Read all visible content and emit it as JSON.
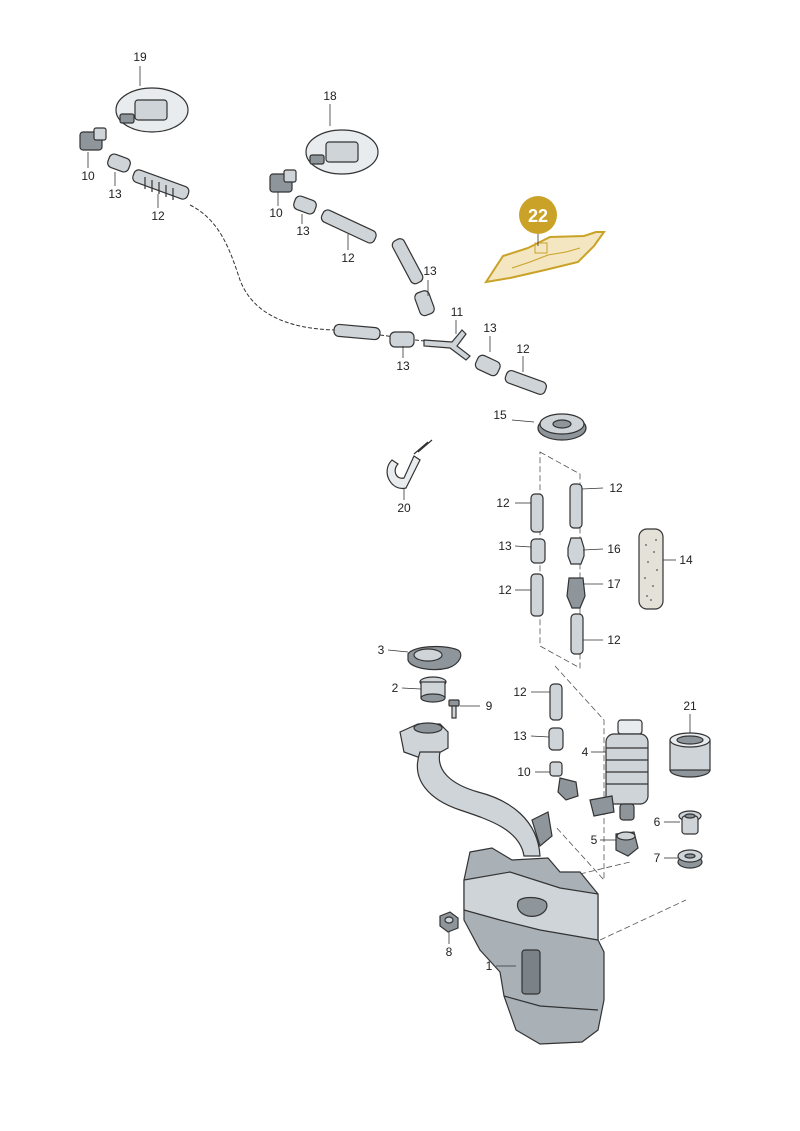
{
  "callouts": [
    {
      "id": "19",
      "text": "19"
    },
    {
      "id": "18",
      "text": "18"
    },
    {
      "id": "10a",
      "text": "10"
    },
    {
      "id": "13a",
      "text": "13"
    },
    {
      "id": "12a",
      "text": "12"
    },
    {
      "id": "10b",
      "text": "10"
    },
    {
      "id": "13b",
      "text": "13"
    },
    {
      "id": "12b",
      "text": "12"
    },
    {
      "id": "13c",
      "text": "13"
    },
    {
      "id": "11",
      "text": "11"
    },
    {
      "id": "13d",
      "text": "13"
    },
    {
      "id": "13e",
      "text": "13"
    },
    {
      "id": "12c",
      "text": "12"
    },
    {
      "id": "15",
      "text": "15"
    },
    {
      "id": "20",
      "text": "20"
    },
    {
      "id": "12d",
      "text": "12"
    },
    {
      "id": "12e",
      "text": "12"
    },
    {
      "id": "13f",
      "text": "13"
    },
    {
      "id": "16",
      "text": "16"
    },
    {
      "id": "14",
      "text": "14"
    },
    {
      "id": "12f",
      "text": "12"
    },
    {
      "id": "17",
      "text": "17"
    },
    {
      "id": "12g",
      "text": "12"
    },
    {
      "id": "3",
      "text": "3"
    },
    {
      "id": "2",
      "text": "2"
    },
    {
      "id": "9",
      "text": "9"
    },
    {
      "id": "12h",
      "text": "12"
    },
    {
      "id": "13g",
      "text": "13"
    },
    {
      "id": "10c",
      "text": "10"
    },
    {
      "id": "4",
      "text": "4"
    },
    {
      "id": "21",
      "text": "21"
    },
    {
      "id": "5",
      "text": "5"
    },
    {
      "id": "6",
      "text": "6"
    },
    {
      "id": "7",
      "text": "7"
    },
    {
      "id": "8",
      "text": "8"
    },
    {
      "id": "1",
      "text": "1"
    }
  ],
  "highlight": {
    "text": "22",
    "color": "#c9a227"
  },
  "colors": {
    "line": "#333333",
    "part": "#cfd4d8",
    "highlight_part": "#f3e6c0"
  }
}
